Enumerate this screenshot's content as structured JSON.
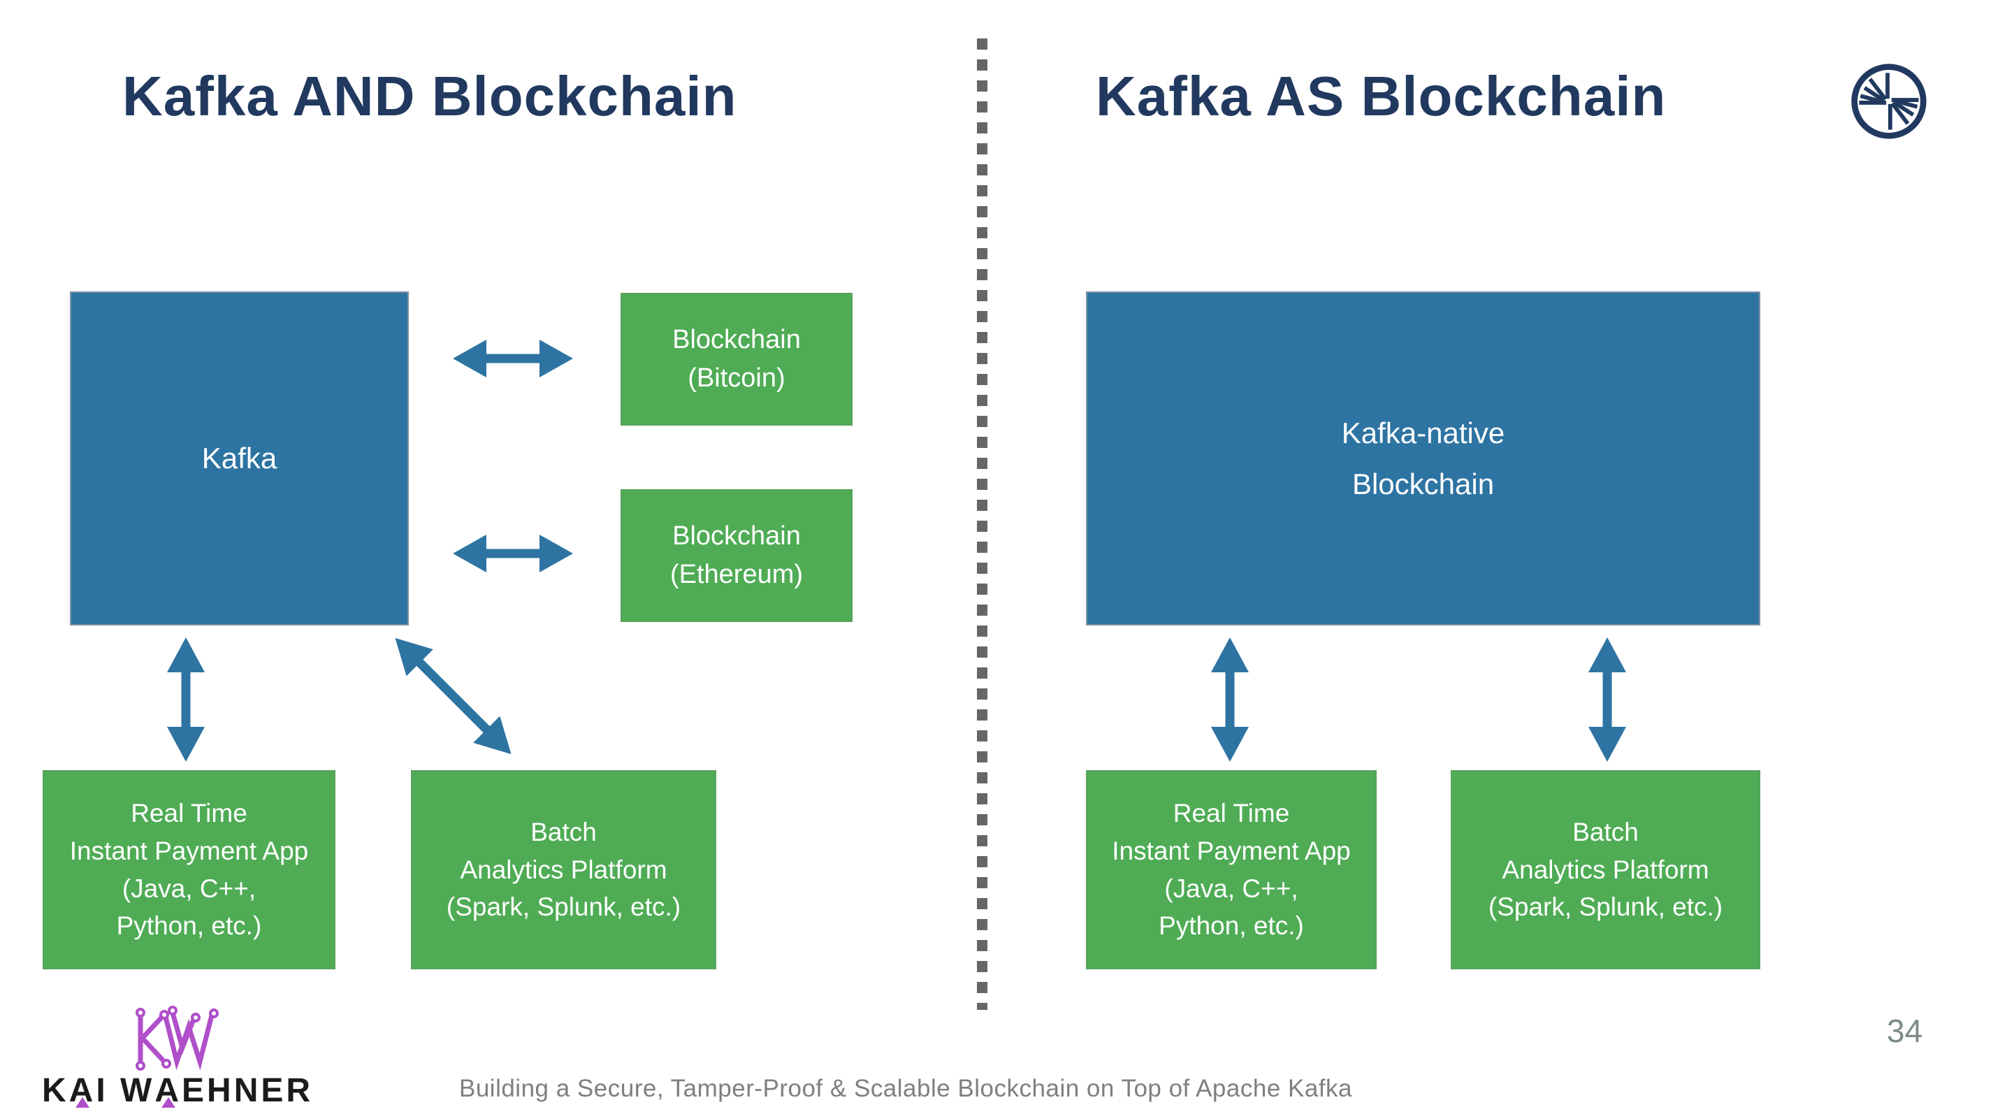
{
  "slide": {
    "titles": {
      "left": "Kafka AND Blockchain",
      "right": "Kafka AS Blockchain"
    },
    "footer": {
      "caption": "Building a Secure, Tamper-Proof & Scalable Blockchain on Top of Apache Kafka",
      "page_number": "34"
    },
    "brand": {
      "wordmark": "KAI WAEHNER",
      "monogram": "KW"
    }
  },
  "left_panel": {
    "kafka_box": "Kafka",
    "bitcoin_box": "Blockchain\n(Bitcoin)",
    "ethereum_box": "Blockchain\n(Ethereum)",
    "realtime_box": "Real Time\nInstant Payment App\n(Java, C++,\nPython, etc.)",
    "batch_box": "Batch\nAnalytics Platform\n(Spark, Splunk, etc.)"
  },
  "right_panel": {
    "kafka_native_box": "Kafka-native\nBlockchain",
    "realtime_box": "Real Time\nInstant Payment App\n(Java, C++,\nPython, etc.)",
    "batch_box": "Batch\nAnalytics Platform\n(Spark, Splunk, etc.)"
  },
  "icons": {
    "top_right_logo": "confluent-burst-icon",
    "bottom_left_logo": "kw-circuit-monogram"
  },
  "colors": {
    "navy": "#21395F",
    "blue": "#2E74A3",
    "green": "#4FAC55",
    "divider_gray": "#666666",
    "caption_gray": "#7F7F7F",
    "page_gray": "#7C8A8A",
    "purple": "#AF4FC9"
  }
}
